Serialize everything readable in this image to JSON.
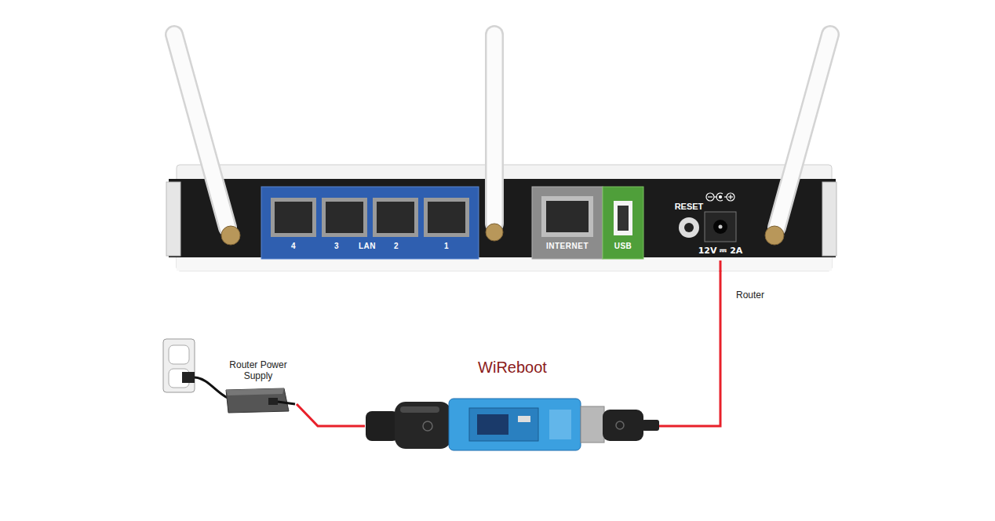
{
  "diagram": {
    "nodes": [
      {
        "text": [
          "RESET",
          "12V ⎓ 2A"
        ]
      },
      {
        "text": [
          "4",
          "3",
          "LAN",
          "2",
          "1"
        ],
        "in": 0
      },
      {
        "text": [
          "INTERNET"
        ],
        "in": 0
      },
      {
        "text": [
          "USB"
        ],
        "in": 0
      },
      {
        "text": [
          "Router Power Supply"
        ]
      },
      {
        "text": [
          "WiReboot"
        ]
      }
    ],
    "edges": [
      {
        "from": 4,
        "to": 5,
        "arrow": "none"
      },
      {
        "from": 5,
        "to": 0,
        "arrow": "none",
        "label": "Router"
      }
    ]
  }
}
